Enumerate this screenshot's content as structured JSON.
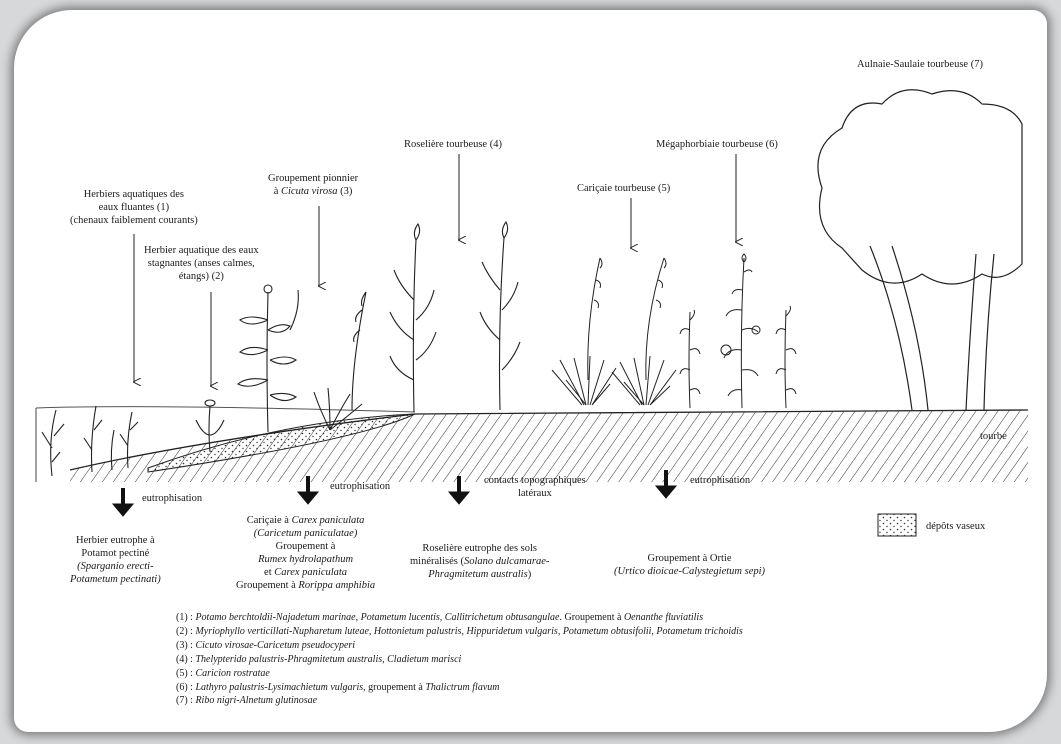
{
  "colors": {
    "frame_bg": "#d6d8da",
    "card_bg": "#ffffff",
    "ink": "#1a1a1a"
  },
  "top_labels": {
    "aulnaie": "Aulnaie-Saulaie tourbeuse (7)",
    "roseliere": "Roselière tourbeuse (4)",
    "megaphorbiaie": "Mégaphorbiaie tourbeuse (6)",
    "caricaie": "Cariçaie tourbeuse (5)",
    "pionnier_line1": "Groupement pionnier",
    "pionnier_prefix": "à ",
    "pionnier_species": "Cicuta virosa",
    "pionnier_suffix": " (3)",
    "fluantes_line1": "Herbiers aquatiques des",
    "fluantes_line2": "eaux fluantes (1)",
    "fluantes_line3": "(chenaux faiblement courants)",
    "stagnantes_line1": "Herbier aquatique des eaux",
    "stagnantes_line2": "stagnantes (anses calmes,",
    "stagnantes_line3": "étangs) (2)"
  },
  "ground_label": "tourbe",
  "arrows": {
    "a1": "eutrophisation",
    "a2": "eutrophisation",
    "a3_line1": "contacts topographiques",
    "a3_line2": "latéraux",
    "a4": "eutrophisation"
  },
  "results": {
    "r1_line1": "Herbier eutrophe à",
    "r1_line2": "Potamot pectiné",
    "r1_line3": "(Sparganio erecti-",
    "r1_line4": "Potametum pectinati)",
    "r2_line1_prefix": "Cariçaie à ",
    "r2_line1_species": "Carex paniculata",
    "r2_line2": "(Caricetum paniculatae)",
    "r2_line3": "Groupement à",
    "r2_line4": "Rumex hydrolapathum",
    "r2_line5_prefix": "et ",
    "r2_line5_species": "Carex paniculata",
    "r2_line6_prefix": "Groupement à ",
    "r2_line6_species": "Rorippa amphibia",
    "r3_line1": "Roselière eutrophe des sols",
    "r3_line2_prefix": "minéralisés (",
    "r3_line2_species": "Solano dulcamarae-",
    "r3_line3_species": "Phragmitetum australis",
    "r3_line3_suffix": ")",
    "r4_line1": "Groupement à Ortie",
    "r4_line2": "(Urtico dioicae-Calystegietum sepi)"
  },
  "key": {
    "label": "dépôts vaseux"
  },
  "legend": [
    {
      "num": "(1) : ",
      "text": "Potamo berchtoldii-Najadetum marinae, Potametum lucentis, Callitrichetum obtusangulae",
      "tail": ". Groupement à ",
      "tail_it": "Oenanthe fluviatilis"
    },
    {
      "num": "(2) : ",
      "text": "Myriophyllo verticillati-Nupharetum luteae, Hottonietum palustris, Hippuridetum vulgaris, Potametum obtusifolii, Potametum trichoidis",
      "tail": "",
      "tail_it": ""
    },
    {
      "num": "(3) : ",
      "text": "Cicuto virosae-Caricetum pseudocyperi",
      "tail": "",
      "tail_it": ""
    },
    {
      "num": "(4) : ",
      "text": "Thelypterido palustris-Phragmitetum australis, Cladietum marisci",
      "tail": "",
      "tail_it": ""
    },
    {
      "num": "(5) : ",
      "text": "Caricion rostratae",
      "tail": "",
      "tail_it": ""
    },
    {
      "num": "(6) : ",
      "text": "Lathyro palustris-Lysimachietum vulgaris",
      "tail": ", groupement à ",
      "tail_it": "Thalictrum flavum"
    },
    {
      "num": "(7) : ",
      "text": "Ribo nigri-Alnetum glutinosae",
      "tail": "",
      "tail_it": ""
    }
  ]
}
